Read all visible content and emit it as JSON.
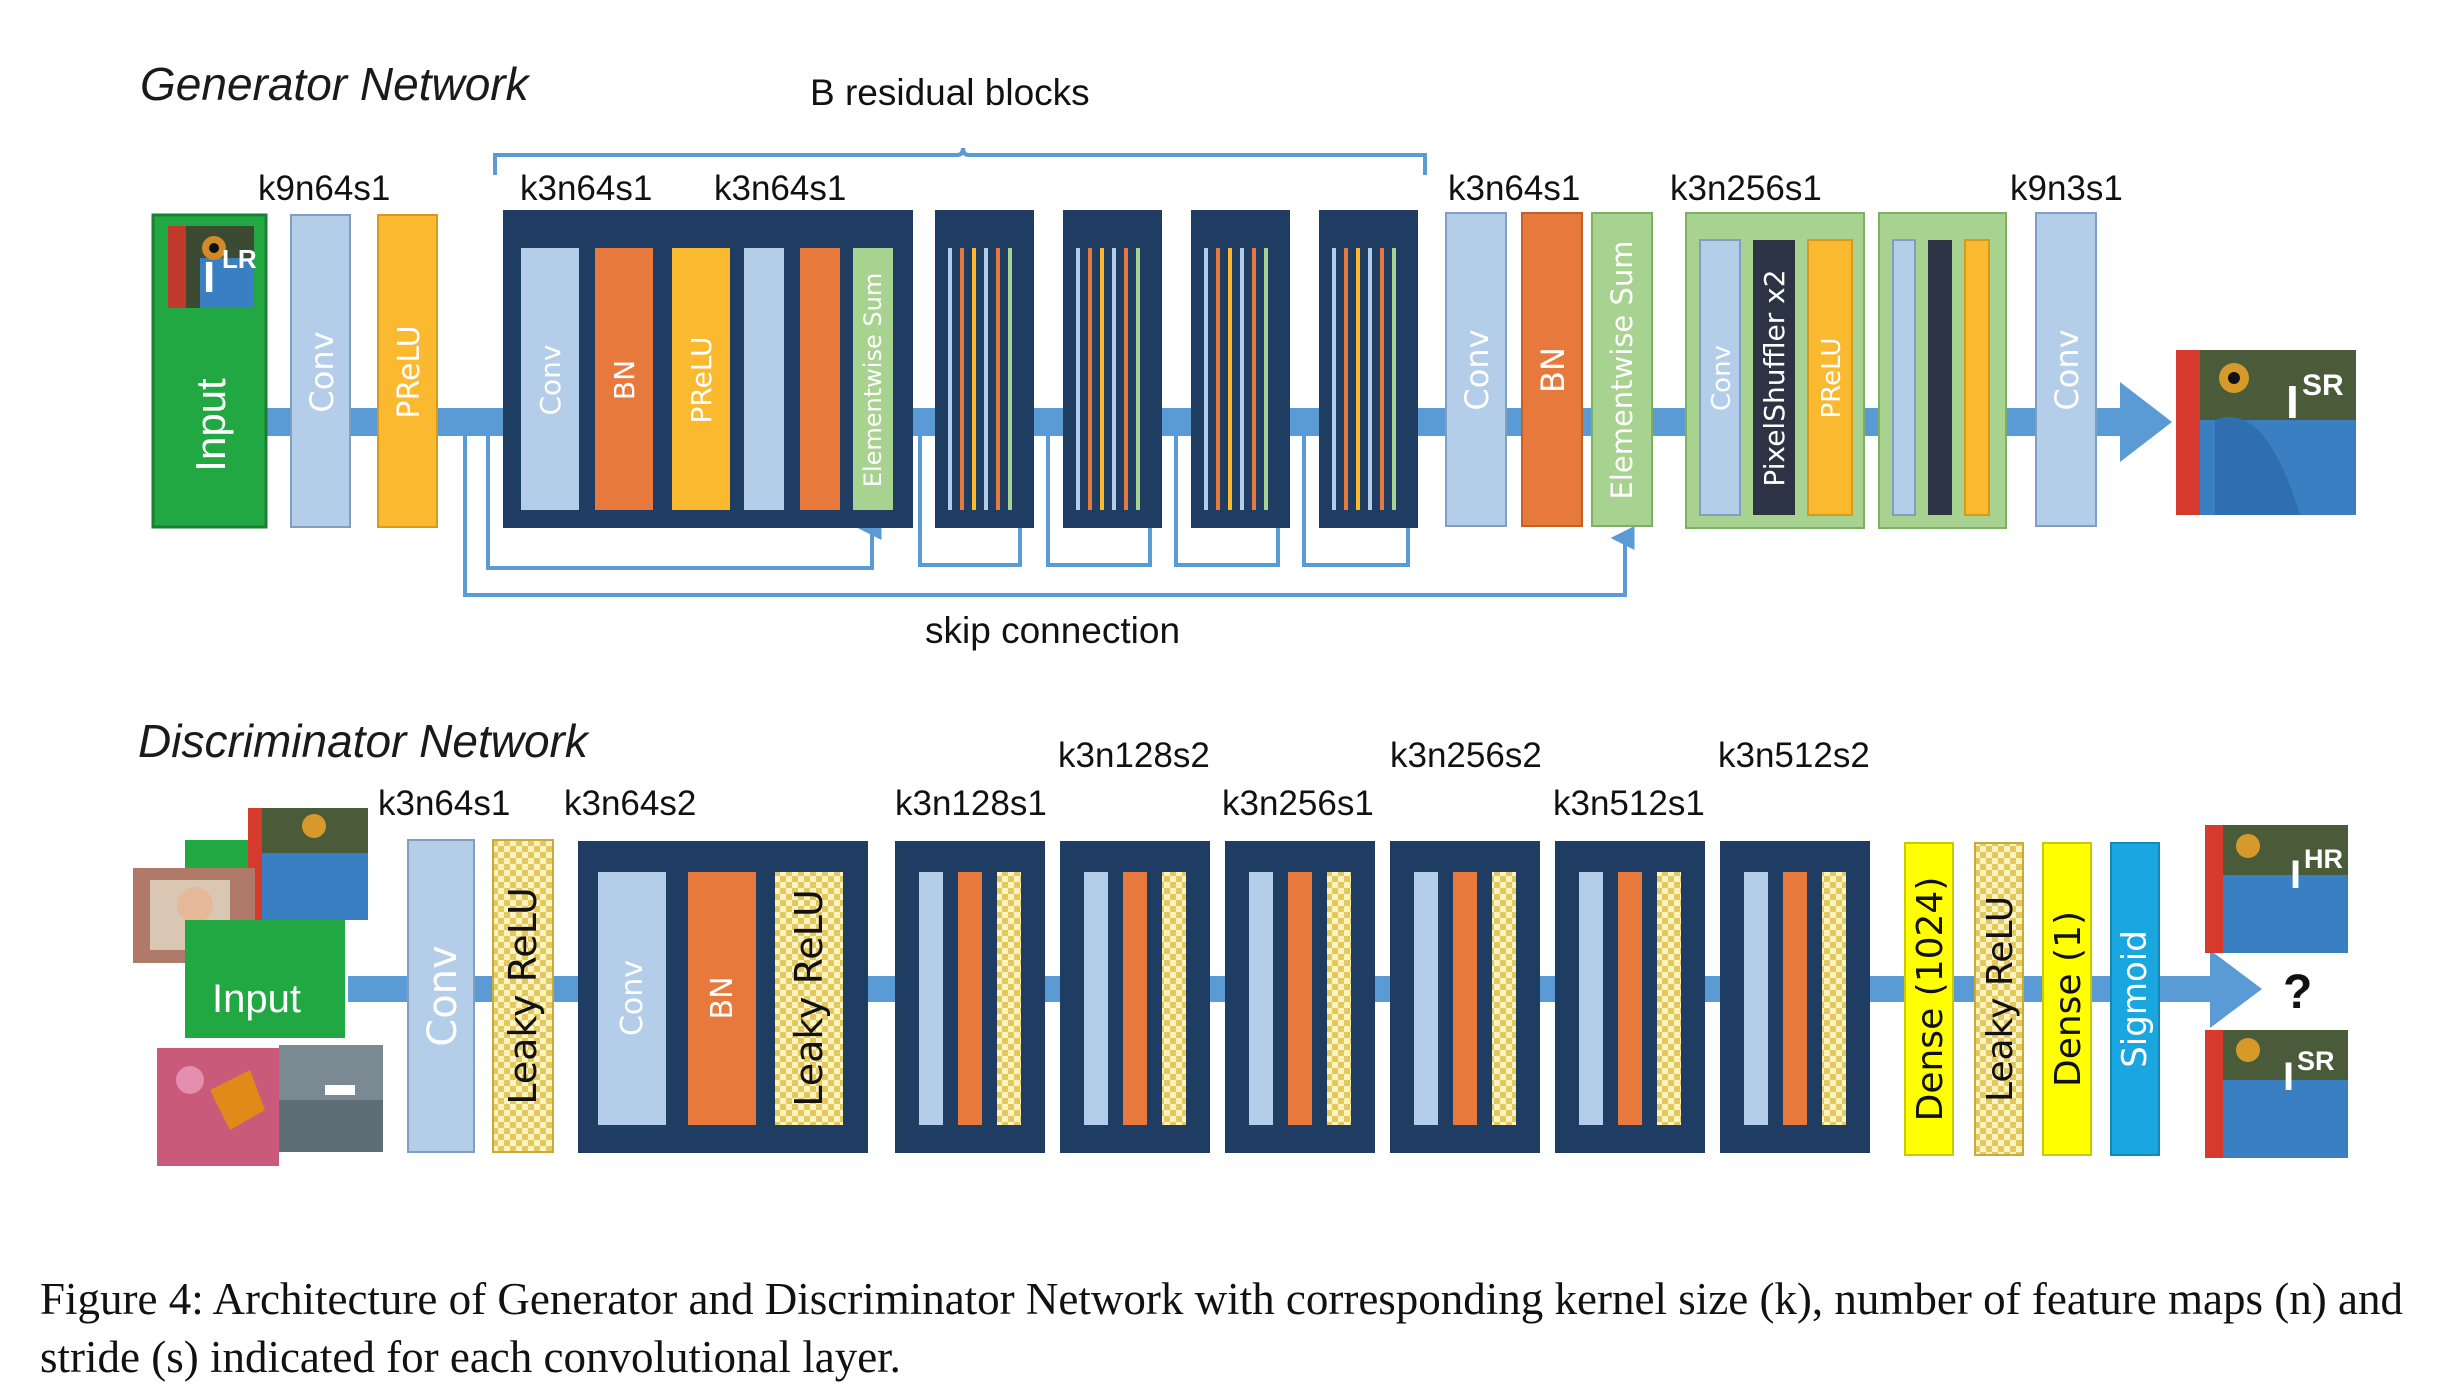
{
  "generator": {
    "title": "Generator Network",
    "group_label": "B residual blocks",
    "skip_label": "skip connection",
    "input_label": "Input",
    "input_symbol": "I",
    "input_sub": "LR",
    "output_symbol": "I",
    "output_sub": "SR",
    "layer_tags": [
      "k9n64s1",
      "k3n64s1",
      "k3n64s1",
      "k3n64s1",
      "k3n256s1",
      "k9n3s1"
    ],
    "layers": {
      "conv": "Conv",
      "prelu": "PReLU",
      "bn": "BN",
      "esum": "Elementwise Sum",
      "pixel_shuffler": "PixelShuffler x2"
    }
  },
  "discriminator": {
    "title": "Discriminator Network",
    "input_label": "Input",
    "layer_tags": [
      "k3n64s1",
      "k3n64s2",
      "k3n128s1",
      "k3n128s2",
      "k3n256s1",
      "k3n256s2",
      "k3n512s1",
      "k3n512s2"
    ],
    "layers": {
      "conv": "Conv",
      "leaky_relu": "Leaky ReLU",
      "bn": "BN",
      "dense_1024": "Dense (1024)",
      "dense_1": "Dense (1)",
      "sigmoid": "Sigmoid"
    },
    "out_hr_symbol": "I",
    "out_hr_sub": "HR",
    "out_sr_symbol": "I",
    "out_sr_sub": "SR",
    "question": "?"
  },
  "caption": "Figure 4: Architecture of Generator and Discriminator Network with corresponding kernel size (k), number of feature maps (n) and stride (s) indicated for each convolutional layer.",
  "colors": {
    "conv": "#b4cde9",
    "bn": "#e8793c",
    "prelu": "#fbb92f",
    "esum": "#a8d28f",
    "dark_block": "#1f3d63",
    "input_green": "#21a843",
    "arrow": "#5b9bd5",
    "dense": "#ffff00",
    "sigmoid": "#1aa7e0",
    "pixelshuffler": "#2b3345"
  }
}
